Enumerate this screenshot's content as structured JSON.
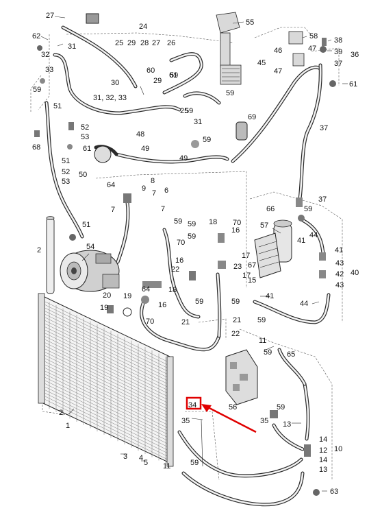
{
  "labels": [
    {
      "id": "27a",
      "text": "27"
    },
    {
      "id": "24",
      "text": "24"
    },
    {
      "id": "55",
      "text": "55"
    },
    {
      "id": "62",
      "text": "62"
    },
    {
      "id": "31a",
      "text": "31"
    },
    {
      "id": "32",
      "text": "32"
    },
    {
      "id": "25a",
      "text": "25"
    },
    {
      "id": "29a",
      "text": "29"
    },
    {
      "id": "28",
      "text": "28"
    },
    {
      "id": "27b",
      "text": "27"
    },
    {
      "id": "26",
      "text": "26"
    },
    {
      "id": "60",
      "text": "60"
    },
    {
      "id": "58",
      "text": "58"
    },
    {
      "id": "38",
      "text": "38"
    },
    {
      "id": "46",
      "text": "46"
    },
    {
      "id": "47a",
      "text": "47"
    },
    {
      "id": "39",
      "text": "39"
    },
    {
      "id": "36",
      "text": "36"
    },
    {
      "id": "45",
      "text": "45"
    },
    {
      "id": "47b",
      "text": "47"
    },
    {
      "id": "37a",
      "text": "37"
    },
    {
      "id": "33",
      "text": "33"
    },
    {
      "id": "61a",
      "text": "61"
    },
    {
      "id": "30",
      "text": "30"
    },
    {
      "id": "29b",
      "text": "29"
    },
    {
      "id": "59a",
      "text": "59"
    },
    {
      "id": "61b",
      "text": "61"
    },
    {
      "id": "3133",
      "text": "31, 32, 33"
    },
    {
      "id": "59b",
      "text": "59"
    },
    {
      "id": "51a",
      "text": "51"
    },
    {
      "id": "59c",
      "text": "59"
    },
    {
      "id": "25b",
      "text": "25"
    },
    {
      "id": "31b",
      "text": "31"
    },
    {
      "id": "59d",
      "text": "59"
    },
    {
      "id": "69",
      "text": "69"
    },
    {
      "id": "52",
      "text": "52"
    },
    {
      "id": "37b",
      "text": "37"
    },
    {
      "id": "53a",
      "text": "53"
    },
    {
      "id": "61c",
      "text": "61"
    },
    {
      "id": "68",
      "text": "68"
    },
    {
      "id": "48",
      "text": "48"
    },
    {
      "id": "49a",
      "text": "49"
    },
    {
      "id": "59e",
      "text": "59"
    },
    {
      "id": "49b",
      "text": "49"
    },
    {
      "id": "51b",
      "text": "51"
    },
    {
      "id": "52b",
      "text": "52"
    },
    {
      "id": "50",
      "text": "50"
    },
    {
      "id": "53b",
      "text": "53"
    },
    {
      "id": "8",
      "text": "8"
    },
    {
      "id": "64a",
      "text": "64"
    },
    {
      "id": "9",
      "text": "9"
    },
    {
      "id": "7a",
      "text": "7"
    },
    {
      "id": "6",
      "text": "6"
    },
    {
      "id": "37c",
      "text": "37"
    },
    {
      "id": "66",
      "text": "66"
    },
    {
      "id": "59f",
      "text": "59"
    },
    {
      "id": "7b",
      "text": "7"
    },
    {
      "id": "7c",
      "text": "7"
    },
    {
      "id": "59g",
      "text": "59"
    },
    {
      "id": "51c",
      "text": "51"
    },
    {
      "id": "59h",
      "text": "59"
    },
    {
      "id": "59i",
      "text": "59"
    },
    {
      "id": "18",
      "text": "18"
    },
    {
      "id": "70a",
      "text": "70"
    },
    {
      "id": "16a",
      "text": "16"
    },
    {
      "id": "57",
      "text": "57"
    },
    {
      "id": "41a",
      "text": "41"
    },
    {
      "id": "44a",
      "text": "44"
    },
    {
      "id": "2a",
      "text": "2"
    },
    {
      "id": "54",
      "text": "54"
    },
    {
      "id": "70b",
      "text": "70"
    },
    {
      "id": "17a",
      "text": "17"
    },
    {
      "id": "41b",
      "text": "41"
    },
    {
      "id": "16b",
      "text": "16"
    },
    {
      "id": "23",
      "text": "23"
    },
    {
      "id": "67",
      "text": "67"
    },
    {
      "id": "43a",
      "text": "43"
    },
    {
      "id": "22a",
      "text": "22"
    },
    {
      "id": "17b",
      "text": "17"
    },
    {
      "id": "42",
      "text": "42"
    },
    {
      "id": "40",
      "text": "40"
    },
    {
      "id": "18b",
      "text": "18"
    },
    {
      "id": "15",
      "text": "15"
    },
    {
      "id": "43b",
      "text": "43"
    },
    {
      "id": "64b",
      "text": "64"
    },
    {
      "id": "59j",
      "text": "59"
    },
    {
      "id": "19a",
      "text": "19"
    },
    {
      "id": "41c",
      "text": "41"
    },
    {
      "id": "44b",
      "text": "44"
    },
    {
      "id": "20",
      "text": "20"
    },
    {
      "id": "19b",
      "text": "19"
    },
    {
      "id": "16c",
      "text": "16"
    },
    {
      "id": "59k",
      "text": "59"
    },
    {
      "id": "70c",
      "text": "70"
    },
    {
      "id": "21a",
      "text": "21"
    },
    {
      "id": "59l",
      "text": "59"
    },
    {
      "id": "21b",
      "text": "21"
    },
    {
      "id": "22b",
      "text": "22"
    },
    {
      "id": "11a",
      "text": "11"
    },
    {
      "id": "59m",
      "text": "59"
    },
    {
      "id": "65",
      "text": "65"
    },
    {
      "id": "34",
      "text": "34"
    },
    {
      "id": "56",
      "text": "56"
    },
    {
      "id": "59n",
      "text": "59"
    },
    {
      "id": "2b",
      "text": "2"
    },
    {
      "id": "35a",
      "text": "35"
    },
    {
      "id": "35b",
      "text": "35"
    },
    {
      "id": "13a",
      "text": "13"
    },
    {
      "id": "1",
      "text": "1"
    },
    {
      "id": "14a",
      "text": "14"
    },
    {
      "id": "10",
      "text": "10"
    },
    {
      "id": "12",
      "text": "12"
    },
    {
      "id": "3",
      "text": "3"
    },
    {
      "id": "4",
      "text": "4"
    },
    {
      "id": "14b",
      "text": "14"
    },
    {
      "id": "5",
      "text": "5"
    },
    {
      "id": "11b",
      "text": "11"
    },
    {
      "id": "59o",
      "text": "59"
    },
    {
      "id": "13b",
      "text": "13"
    },
    {
      "id": "63",
      "text": "63"
    }
  ],
  "colors": {
    "highlight": "#e00000",
    "line": "#222222",
    "pipe": "#2a2a2a"
  }
}
